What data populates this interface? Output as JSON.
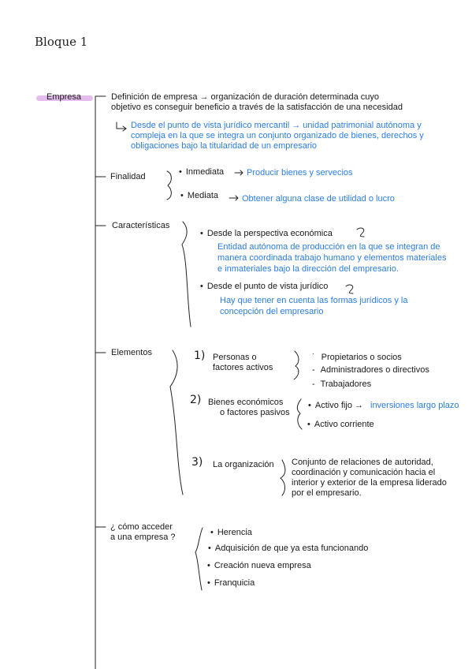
{
  "title": "Bloque 1",
  "root": "Empresa",
  "definicion": {
    "line1": "Definición de empresa → organización de duración determinada cuyo",
    "line2": "objetivo es conseguir beneficio a través de la satisfacción de una necesidad",
    "juridico": [
      "Desde el punto de vista jurídico mercantil → unidad patrimonial autónoma y",
      "compleja en la que se integra un conjunto organizado de bienes, derechos y",
      "obligaciones bajo la titularidad de un empresario"
    ]
  },
  "finalidad": {
    "label": "Finalidad",
    "inmediata": "Inmediata",
    "inmediata_desc": "Producir bienes y servecios",
    "mediata": "Mediata",
    "mediata_desc": "Obtener alguna clase de utilidad o lucro"
  },
  "caracteristicas": {
    "label": "Características",
    "economica": "Desde la perspectiva económica",
    "economica_desc": [
      "Entidad autónoma de producción en la que se integran de",
      "manera coordinada trabajo humano y elementos materiales",
      "e inmateriales bajo la dirección del empresario."
    ],
    "juridico": "Desde el punto de vista jurídico",
    "juridico_desc": [
      "Hay que tener en cuenta las formas jurídicos y la",
      "concepción del empresario"
    ]
  },
  "elementos": {
    "label": "Elementos",
    "personas": {
      "num": "1)",
      "label1": "Personas o",
      "label2": "factores activos",
      "items": [
        "Propietarios o socios",
        "Administradores o directivos",
        "Trabajadores"
      ]
    },
    "bienes": {
      "num": "2)",
      "label1": "Bienes económicos",
      "label2": "o factores pasivos",
      "fijo": "Activo fijo →",
      "fijo_desc": "inversiones largo plazo",
      "corriente": "Activo corriente"
    },
    "organizacion": {
      "num": "3)",
      "label": "La organización",
      "desc": [
        "Conjunto de relaciones de autoridad,",
        "coordinación y comunicación hacia el",
        "interior y exterior de la empresa liderado",
        "por el empresario."
      ]
    }
  },
  "acceder": {
    "label1": "¿ cómo acceder",
    "label2": "a una empresa ?",
    "items": [
      "Herencia",
      "Adquisición de que ya esta funcionando",
      "Creación nueva empresa",
      "Franquicia"
    ]
  }
}
